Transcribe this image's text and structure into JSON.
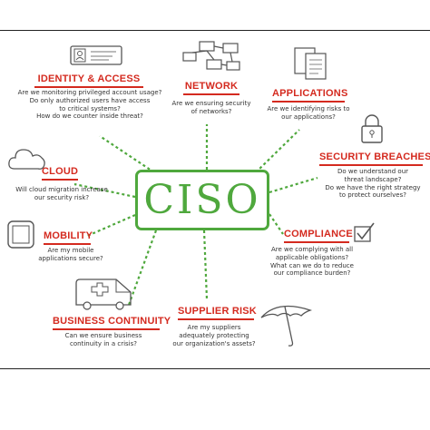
{
  "center": {
    "label": "CISO",
    "color": "#4fa83d"
  },
  "accent_color": "#d42a1f",
  "topics": {
    "identity": {
      "title": "IDENTITY & ACCESS",
      "questions": "Are we monitoring privileged account usage?\nDo only authorized users have access\nto critical systems?\nHow do we counter inside threat?",
      "icon": "id-card-icon"
    },
    "network": {
      "title": "NETWORK",
      "questions": "Are we ensuring security\nof networks?",
      "icon": "network-nodes-icon"
    },
    "applications": {
      "title": "APPLICATIONS",
      "questions": "Are we identifying risks to\nour applications?",
      "icon": "documents-icon"
    },
    "security": {
      "title": "SECURITY BREACHES",
      "questions": "Do we understand our\nthreat landscape?\nDo we have the right strategy\nto protect ourselves?",
      "icon": "padlock-icon"
    },
    "cloud": {
      "title": "CLOUD",
      "questions": "Will cloud migration increase\nour security risk?",
      "icon": "cloud-icon"
    },
    "compliance": {
      "title": "COMPLIANCE",
      "questions": "Are we complying with all\napplicable obligations?\nWhat can we do to reduce\nour compliance burden?",
      "icon": "checkbox-icon"
    },
    "mobility": {
      "title": "MOBILITY",
      "questions": "Are my mobile\napplications secure?",
      "icon": "phone-icon"
    },
    "continuity": {
      "title": "BUSINESS CONTINUITY",
      "questions": "Can we ensure business\ncontinuity in a crisis?",
      "icon": "ambulance-icon"
    },
    "supplier": {
      "title": "SUPPLIER RISK",
      "questions": "Are my suppliers\nadequately protecting\nour organization's assets?",
      "icon": "umbrella-icon"
    }
  }
}
